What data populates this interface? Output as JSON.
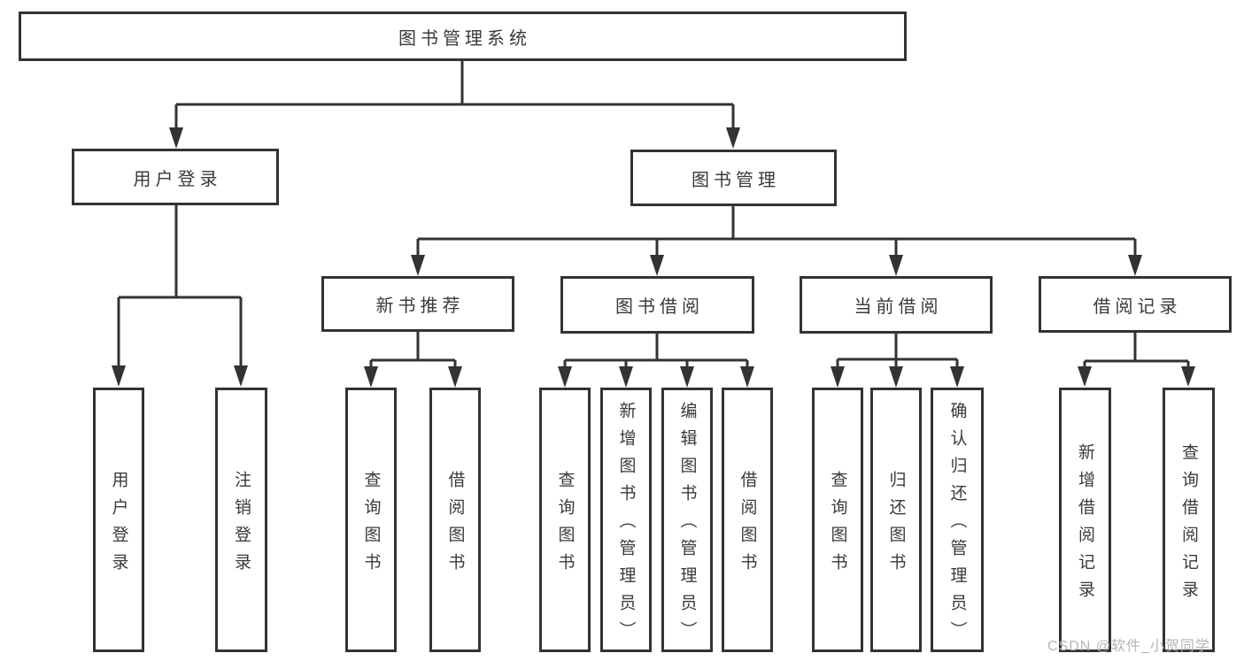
{
  "tree": {
    "root": {
      "label": "图书管理系统",
      "children": [
        {
          "label": "用户登录",
          "children": [
            {
              "label": "用户登录"
            },
            {
              "label": "注销登录"
            }
          ]
        },
        {
          "label": "图书管理",
          "children": [
            {
              "label": "新书推荐",
              "children": [
                {
                  "label": "查询图书"
                },
                {
                  "label": "借阅图书"
                }
              ]
            },
            {
              "label": "图书借阅",
              "children": [
                {
                  "label": "查询图书"
                },
                {
                  "label": "新增图书（管理员）"
                },
                {
                  "label": "编辑图书（管理员）"
                },
                {
                  "label": "借阅图书"
                }
              ]
            },
            {
              "label": "当前借阅",
              "children": [
                {
                  "label": "查询图书"
                },
                {
                  "label": "归还图书"
                },
                {
                  "label": "确认归还（管理员）"
                }
              ]
            },
            {
              "label": "借阅记录",
              "children": [
                {
                  "label": "新增借阅记录"
                },
                {
                  "label": "查询借阅记录"
                }
              ]
            }
          ]
        }
      ]
    }
  },
  "watermark": {
    "text": "CSDN @软件_小贺同学"
  },
  "colors": {
    "line": "#333333",
    "text": "#3a3a3a",
    "box_background": "#ffffff",
    "watermark": "#b5b5b5",
    "page_background": "#ffffff"
  }
}
